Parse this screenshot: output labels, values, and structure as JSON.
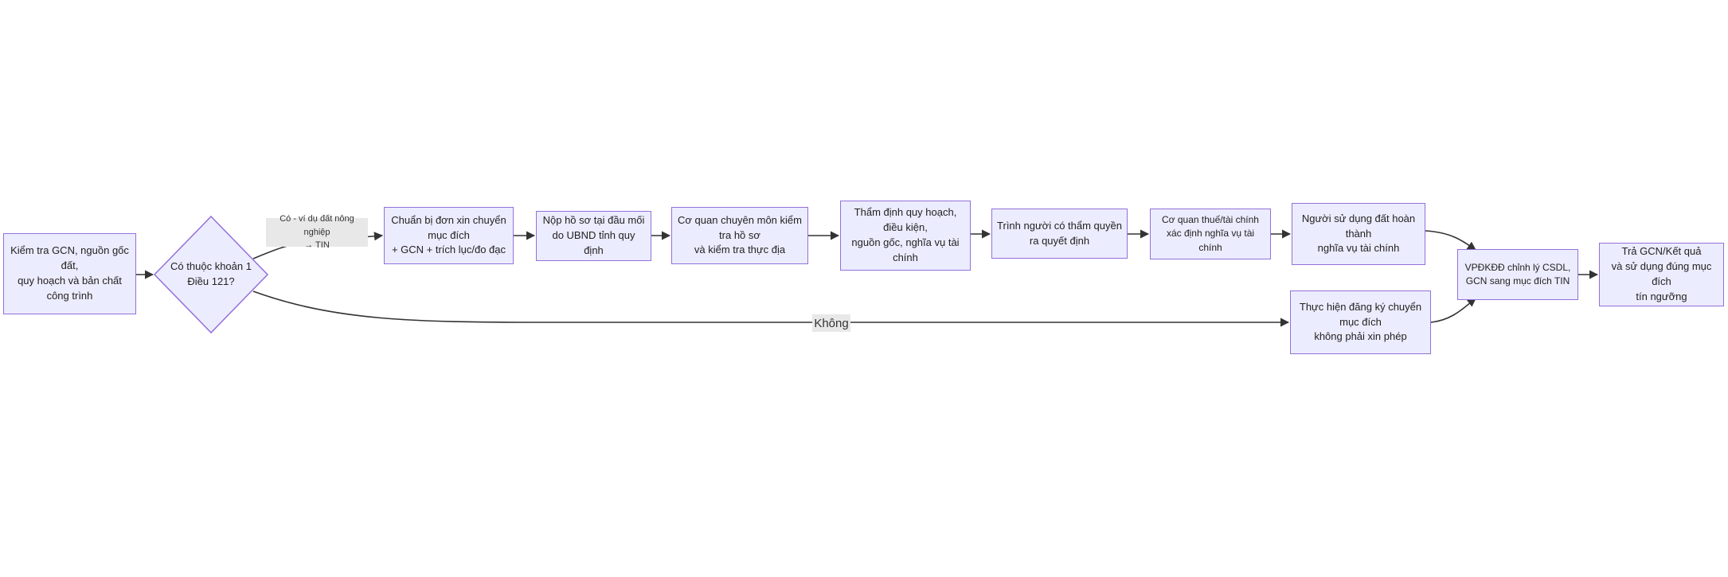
{
  "diagram": {
    "type": "flowchart",
    "colors": {
      "node_fill": "#ECECFF",
      "node_border": "#9370DB",
      "edge": "#333333",
      "edge_label_bg": "#E8E8E8"
    },
    "nodes": {
      "kiem_tra": "Kiểm tra GCN, nguồn gốc\nđất,\nquy hoạch và bản chất\ncông trình",
      "decision": "Có thuộc khoản 1\nĐiều 121?",
      "chuan_bi": "Chuẩn bị đơn xin chuyển\nmục đích\n+ GCN + trích lục/đo đạc",
      "nop_ho_so": "Nộp hồ sơ tại đầu mối\ndo UBND tỉnh quy định",
      "co_quan_cm": "Cơ quan chuyên môn kiểm\ntra hồ sơ\nvà kiểm tra thực địa",
      "tham_dinh": "Thẩm định quy hoạch,\nđiều kiện,\nnguồn gốc, nghĩa vụ tài\nchính",
      "trinh": "Trình người có thẩm quyền\nra quyết định",
      "co_quan_thue": "Cơ quan thuế/tài chính\nxác định nghĩa vụ tài chính",
      "nguoi_sd": "Người sử dụng đất hoàn\nthành\nnghĩa vụ tài chính",
      "thuc_hien_dk": "Thực hiện đăng ký chuyển\nmục đích\nkhông phải xin phép",
      "vpdkdd": "VPĐKĐĐ chỉnh lý CSDL,\nGCN sang mục đích TIN",
      "tra_gcn": "Trả GCN/Kết quả\nvà sử dụng đúng mục đích\ntín ngưỡng"
    },
    "edge_labels": {
      "yes": "Có - ví dụ đất nông nghiệp\n→ TIN",
      "no": "Không"
    }
  }
}
